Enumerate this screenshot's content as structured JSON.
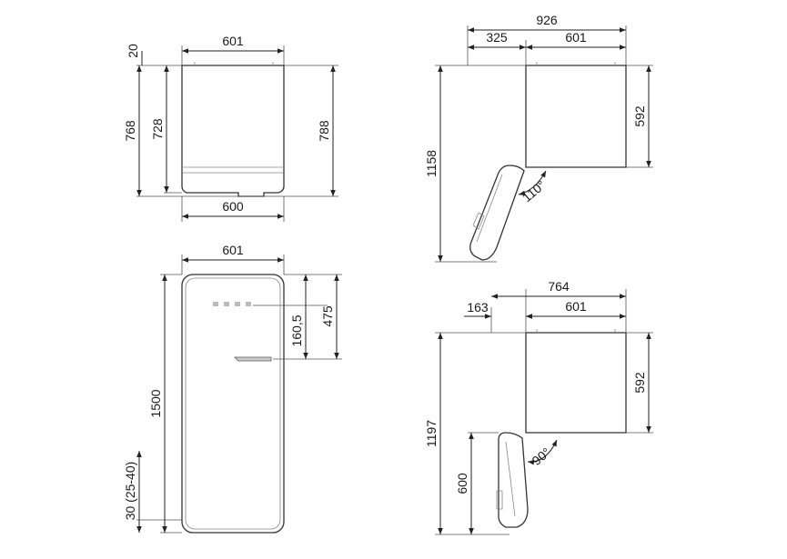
{
  "top_view": {
    "dims": {
      "top_gap": "20",
      "top_width": "601",
      "depth_left": "768",
      "depth_inner": "728",
      "depth_right": "788",
      "bottom_width": "600"
    }
  },
  "front_view": {
    "dims": {
      "width": "601",
      "height": "1500",
      "handle_top": "160,5",
      "handle_span": "475",
      "feet": "30 (25-40)"
    }
  },
  "side_110": {
    "dims": {
      "total": "926",
      "door_swing": "325",
      "body_width": "601",
      "depth": "592",
      "height": "1158",
      "angle": "110°"
    }
  },
  "side_90": {
    "dims": {
      "total": "764",
      "door_swing": "163",
      "body_width": "601",
      "depth": "592",
      "height": "1197",
      "lower": "600",
      "angle": "90°"
    }
  }
}
